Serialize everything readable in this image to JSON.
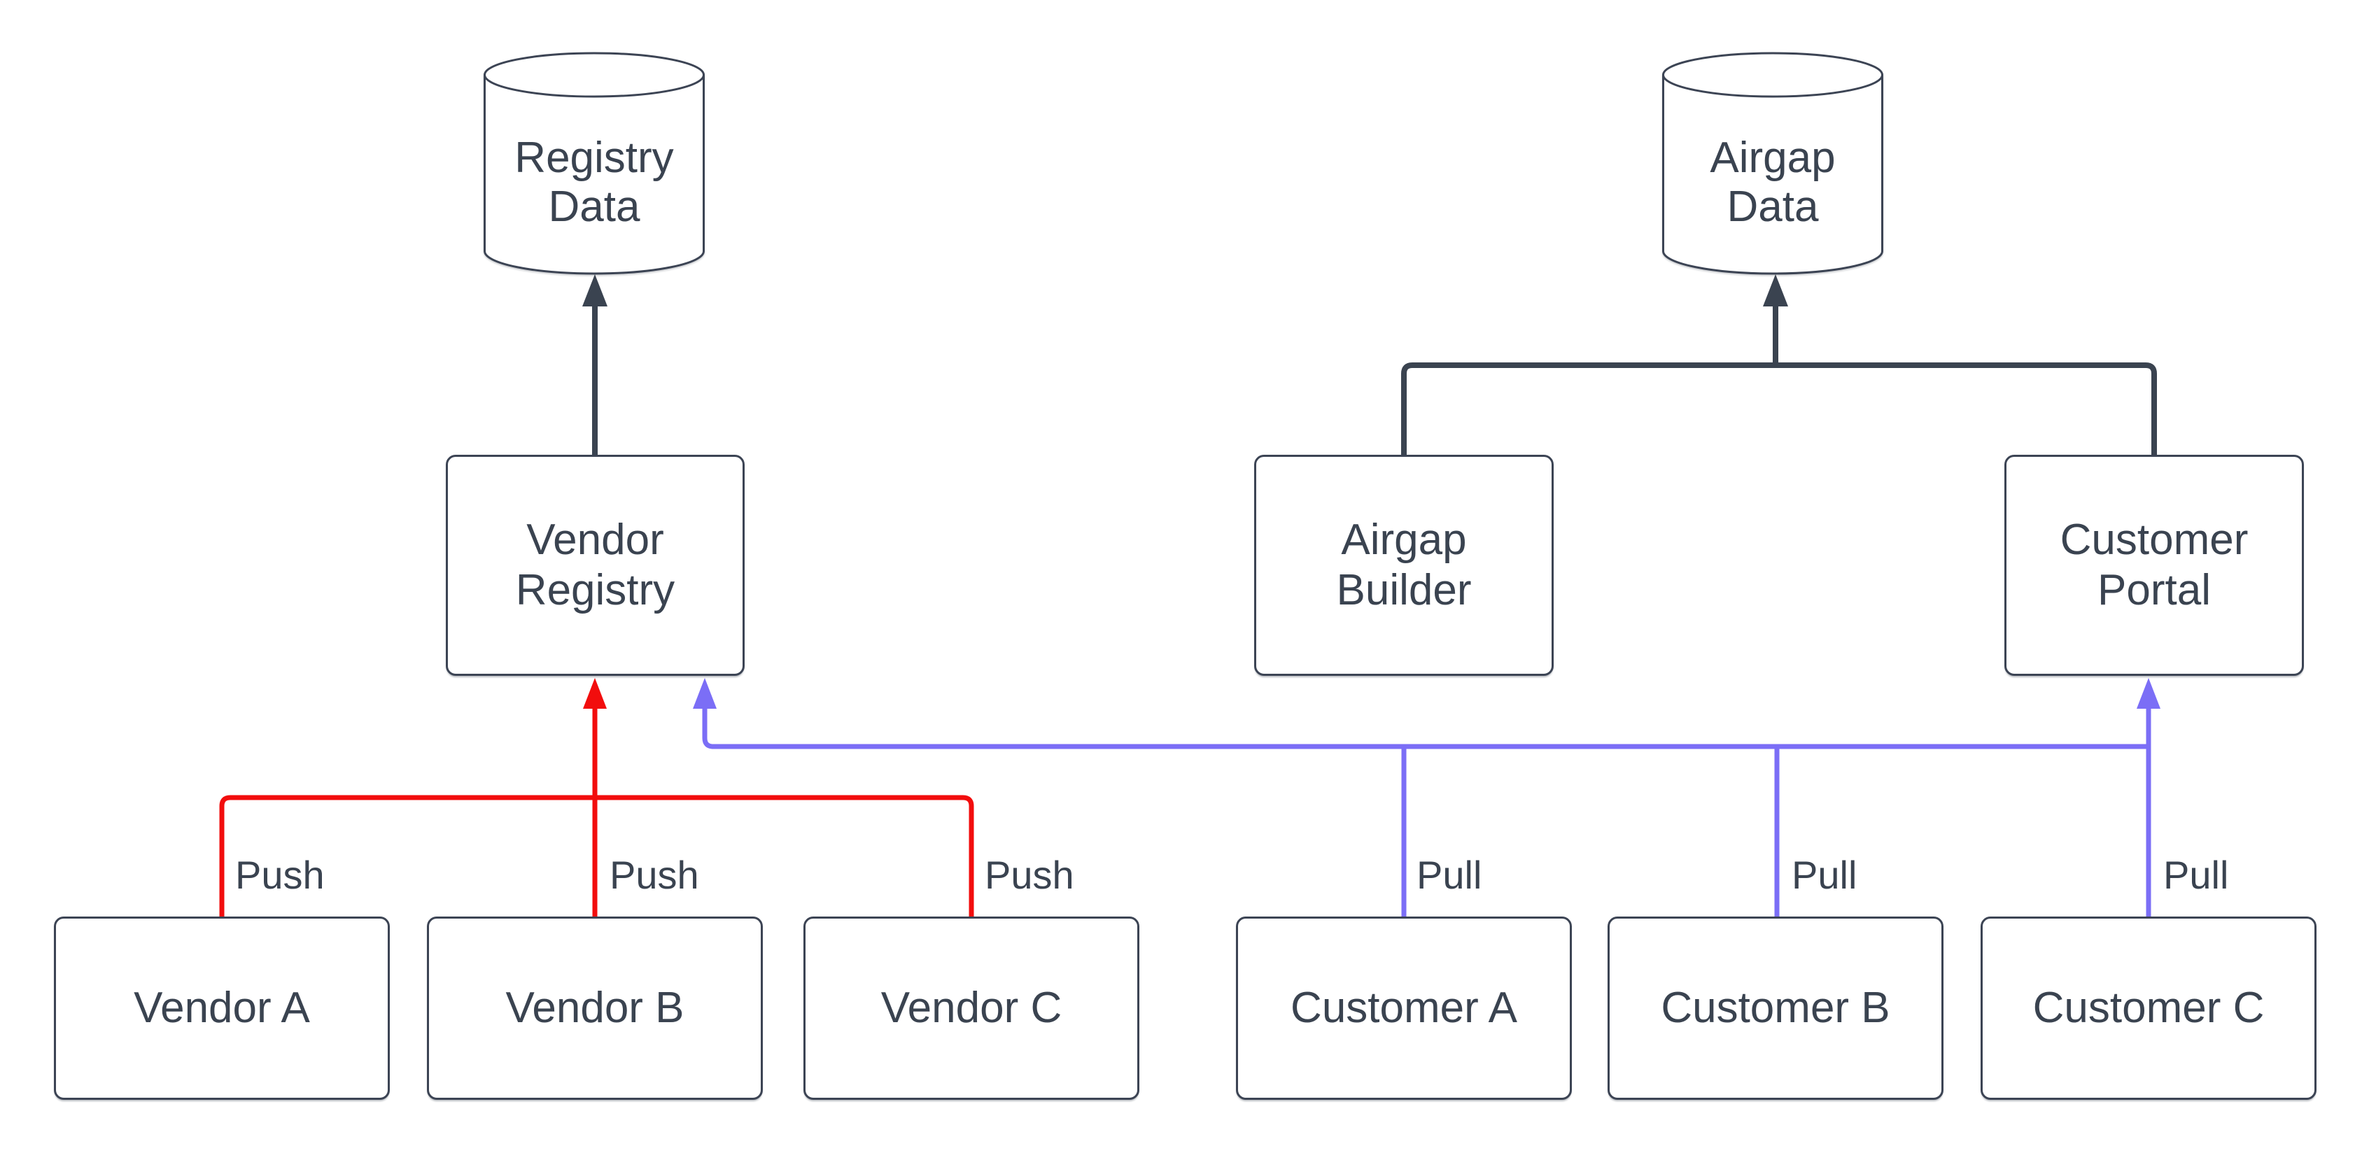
{
  "diagram": {
    "cylinders": {
      "registry_data": {
        "label": "Registry\nData"
      },
      "airgap_data": {
        "label": "Airgap\nData"
      }
    },
    "nodes": {
      "vendor_registry": {
        "label": "Vendor\nRegistry"
      },
      "airgap_builder": {
        "label": "Airgap\nBuilder"
      },
      "customer_portal": {
        "label": "Customer\nPortal"
      },
      "vendor_a": {
        "label": "Vendor A"
      },
      "vendor_b": {
        "label": "Vendor B"
      },
      "vendor_c": {
        "label": "Vendor C"
      },
      "customer_a": {
        "label": "Customer A"
      },
      "customer_b": {
        "label": "Customer B"
      },
      "customer_c": {
        "label": "Customer C"
      }
    },
    "edge_labels": {
      "push": [
        "Push",
        "Push",
        "Push"
      ],
      "pull": [
        "Pull",
        "Pull",
        "Pull"
      ]
    },
    "colors": {
      "push_edge": "#f20d0d",
      "pull_edge": "#7b6ef6",
      "neutral_edge": "#3a4350",
      "text": "#3a4350",
      "node_border": "#3c4454",
      "background": "#ffffff"
    }
  }
}
